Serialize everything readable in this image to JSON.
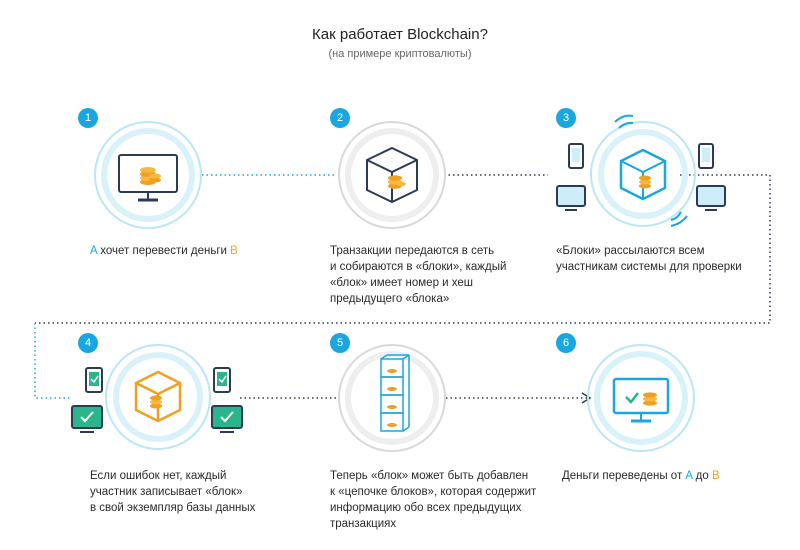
{
  "header": {
    "title": "Как работает Blockchain?",
    "subtitle": "(на примере криптовалюты)"
  },
  "steps": [
    {
      "number": "1",
      "caption_pre": "",
      "caption_a": "A",
      "caption_mid": " хочет перевести деньги ",
      "caption_b": "B"
    },
    {
      "number": "2",
      "caption_lines": [
        "Транзакции передаются в сеть",
        "и собираются в «блоки», каждый",
        "«блок» имеет номер и хеш",
        "предыдущего «блока»"
      ]
    },
    {
      "number": "3",
      "caption_lines": [
        "«Блоки» рассылаются всем",
        "участникам системы для проверки"
      ]
    },
    {
      "number": "4",
      "caption_lines": [
        "Если ошибок нет, каждый",
        "участник записывает «блок»",
        "в свой экземпляр базы данных"
      ]
    },
    {
      "number": "5",
      "caption_lines": [
        "Теперь «блок» может быть добавлен",
        "к «цепочке блоков», которая содержит",
        "информацию обо всех предыдущих",
        "транзакциях"
      ]
    },
    {
      "number": "6",
      "caption_pre": "Деньги переведены от ",
      "caption_a": "A",
      "caption_mid": " до ",
      "caption_b": "B"
    }
  ],
  "colors": {
    "accent_blue": "#1aa6df",
    "accent_orange": "#f0a020",
    "ring": "#b9e7f3",
    "dark_line": "#2b3a55"
  }
}
